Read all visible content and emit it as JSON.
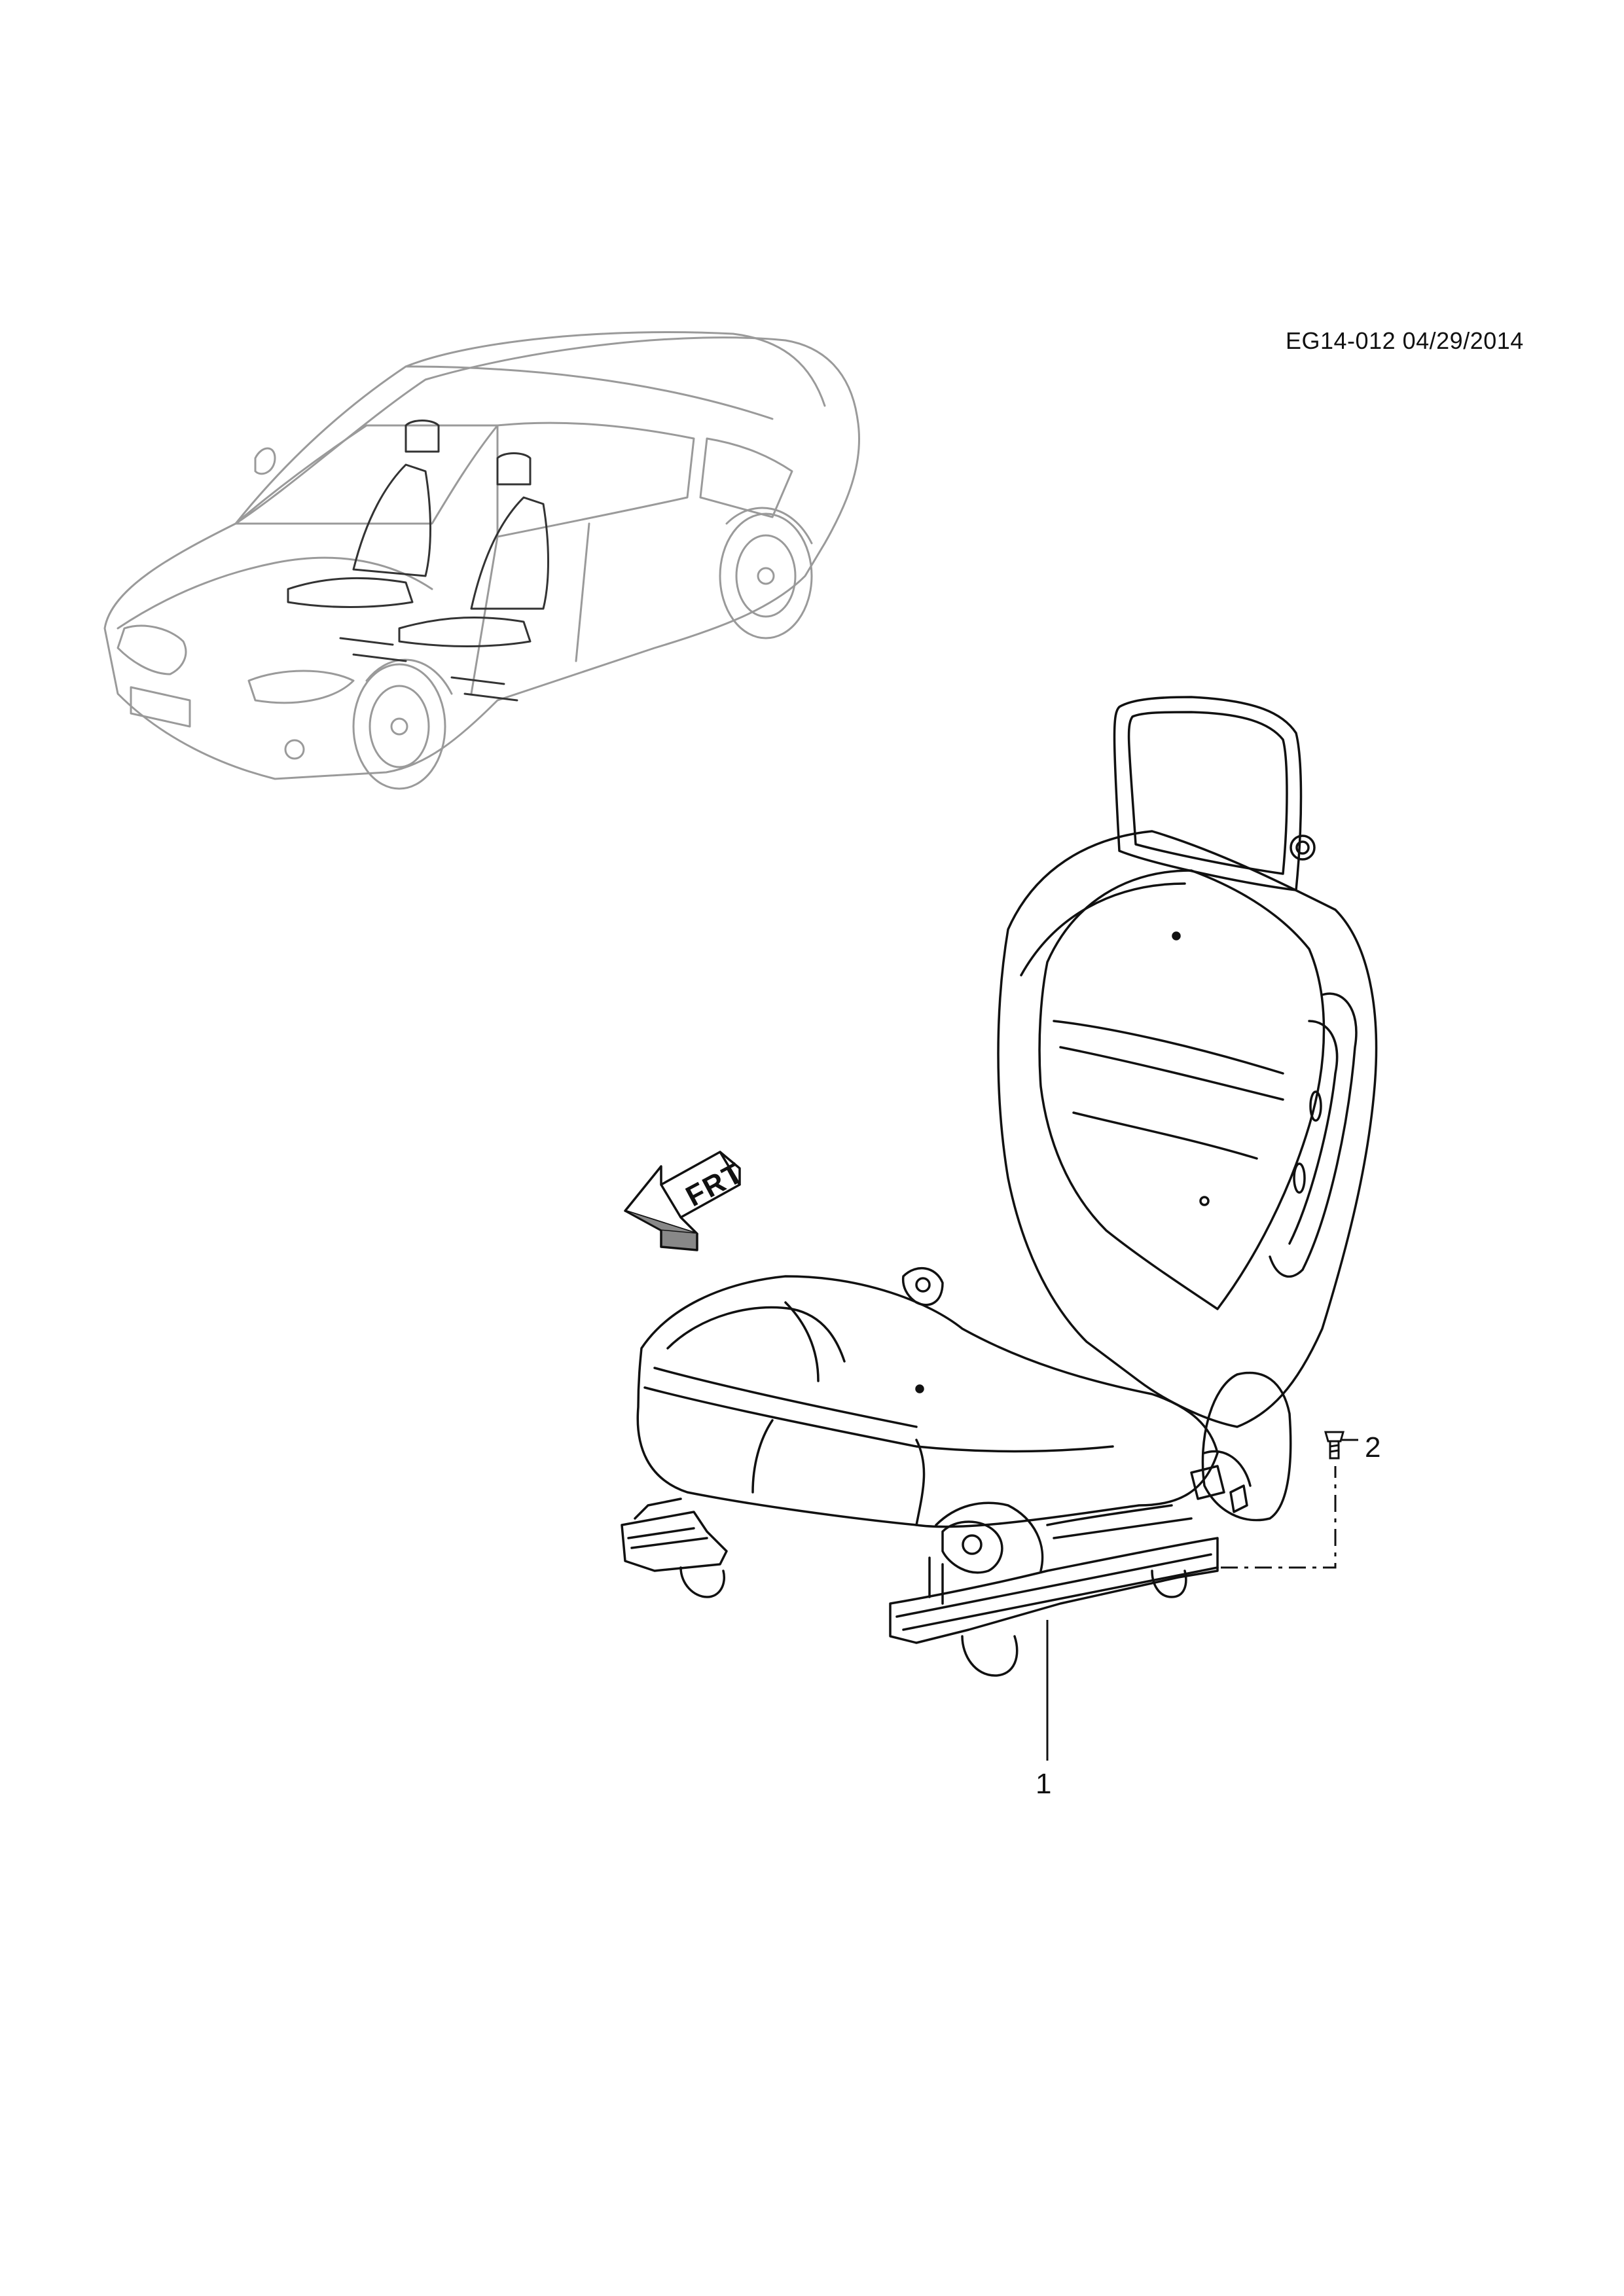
{
  "header": {
    "doc_code": "EG14-012 04/29/2014"
  },
  "callouts": {
    "item_1": "1",
    "item_2": "2"
  },
  "orientation": {
    "arrow_label": "FRT"
  },
  "colors": {
    "line": "#111111",
    "car_line": "#9a9a9a",
    "background": "#ffffff"
  }
}
